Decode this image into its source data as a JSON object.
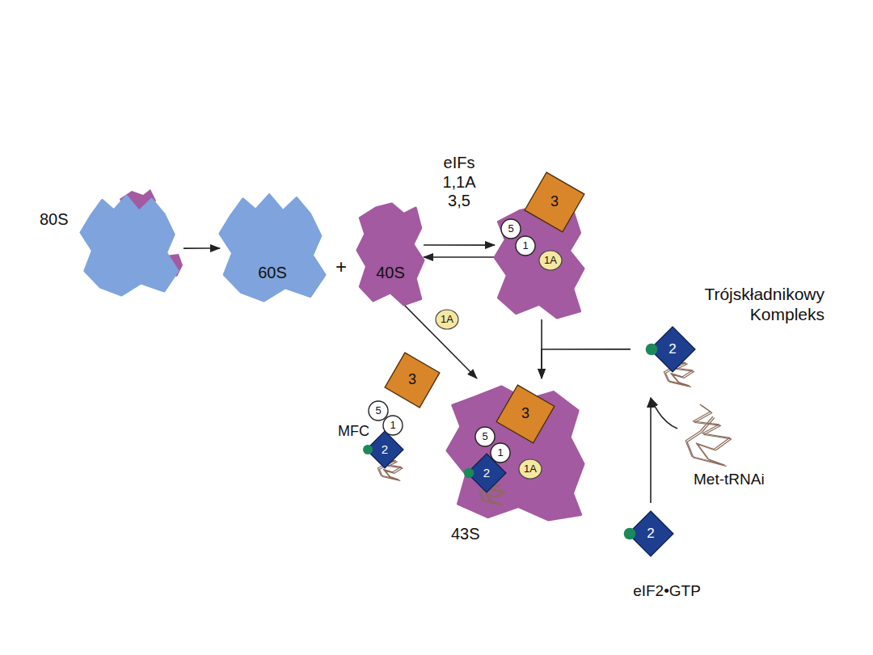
{
  "diagram": {
    "nodes": [
      {
        "text": [
          "80S"
        ]
      },
      {
        "text": [
          "60S"
        ]
      },
      {
        "text": [
          "40S"
        ]
      },
      {
        "text": []
      },
      {
        "text": [
          "3"
        ],
        "in": 3
      },
      {
        "text": [
          "5"
        ],
        "in": 3
      },
      {
        "text": [
          "1"
        ],
        "in": 3
      },
      {
        "text": [
          "1A"
        ],
        "in": 3
      },
      {
        "text": [
          "1A"
        ]
      },
      {
        "text": [
          "MFC"
        ]
      },
      {
        "text": [
          "3"
        ],
        "in": 9
      },
      {
        "text": [
          "5"
        ],
        "in": 9
      },
      {
        "text": [
          "1"
        ],
        "in": 9
      },
      {
        "text": [
          "2"
        ],
        "in": 9
      },
      {
        "text": [
          "43S"
        ]
      },
      {
        "text": [
          "3"
        ],
        "in": 14
      },
      {
        "text": [
          "5"
        ],
        "in": 14
      },
      {
        "text": [
          "1"
        ],
        "in": 14
      },
      {
        "text": [
          "2"
        ],
        "in": 14
      },
      {
        "text": [
          "1A"
        ],
        "in": 14
      },
      {
        "text": [
          "Trójskładnikowy Kompleks"
        ]
      },
      {
        "text": [
          "2"
        ],
        "in": 20
      },
      {
        "text": [
          "Met-tRNAi"
        ]
      },
      {
        "text": [
          "2",
          "eIF2•GTP"
        ]
      }
    ],
    "edges": [
      {
        "from": 0,
        "to": 1,
        "arrow": "to"
      },
      {
        "from": 2,
        "to": 3,
        "label": "eIFs 1,1A 3,5",
        "arrow": "to"
      },
      {
        "from": 3,
        "to": 2,
        "arrow": "to"
      },
      {
        "from": 2,
        "to": 14,
        "arrow": "to"
      },
      {
        "from": 3,
        "to": 14,
        "arrow": "to"
      },
      {
        "from": 20,
        "to": 14,
        "arrow": "to"
      },
      {
        "from": 23,
        "to": 20,
        "arrow": "to"
      },
      {
        "from": 22,
        "to": 20,
        "arrow": "to"
      }
    ],
    "labels": [
      "+"
    ]
  }
}
